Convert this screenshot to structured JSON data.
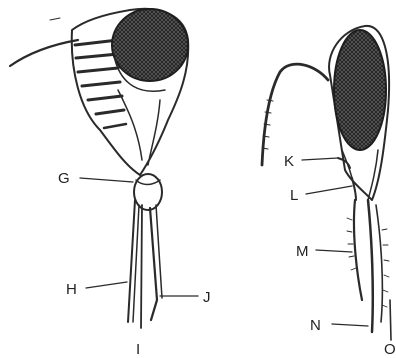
{
  "labels": {
    "g": "G",
    "h": "H",
    "i": "I",
    "j": "J",
    "k": "K",
    "l": "L",
    "m": "M",
    "n": "N",
    "o": "O"
  },
  "colors": {
    "ink": "#2a2a2a",
    "eye": "#3a3a3a",
    "paper": "#ffffff"
  }
}
